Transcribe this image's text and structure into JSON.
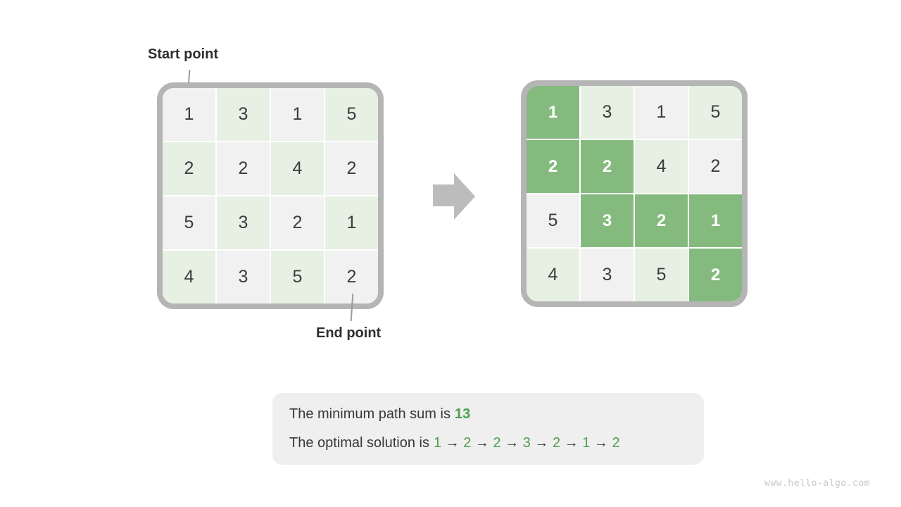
{
  "labels": {
    "start": "Start point",
    "end": "End point"
  },
  "grids": {
    "initial": {
      "rows": [
        [
          1,
          3,
          1,
          5
        ],
        [
          2,
          2,
          4,
          2
        ],
        [
          5,
          3,
          2,
          1
        ],
        [
          4,
          3,
          5,
          2
        ]
      ]
    },
    "solved": {
      "rows": [
        [
          1,
          3,
          1,
          5
        ],
        [
          2,
          2,
          4,
          2
        ],
        [
          5,
          3,
          2,
          1
        ],
        [
          4,
          3,
          5,
          2
        ]
      ],
      "path_cells": [
        [
          0,
          0
        ],
        [
          1,
          0
        ],
        [
          1,
          1
        ],
        [
          2,
          1
        ],
        [
          2,
          2
        ],
        [
          2,
          3
        ],
        [
          3,
          3
        ]
      ]
    }
  },
  "summary": {
    "sum_text": "The minimum path sum is",
    "sum_value": "13",
    "solution_text": "The optimal solution is",
    "solution_path": [
      1,
      2,
      2,
      3,
      2,
      1,
      2
    ],
    "arrow_separator": "→"
  },
  "watermark": "www.hello-algo.com",
  "colors": {
    "cell_even": "#f1f1f1",
    "cell_odd": "#e6f0e3",
    "cell_path": "#85ba7f",
    "grid_border": "#b5b5b5",
    "accent_green": "#4e9d51"
  }
}
